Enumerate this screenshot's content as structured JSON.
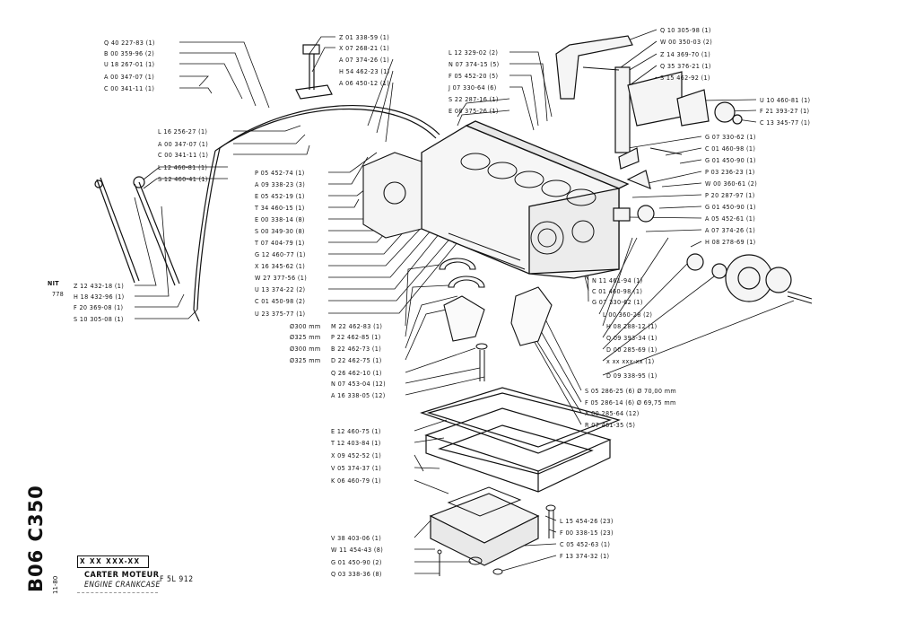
{
  "header": {
    "reference_box": "X XX  XXX-XX",
    "title_fr": "CARTER MOTEUR",
    "title_en": "ENGINE CRANKCASE",
    "model": "F 5L 912",
    "sheet_code": "B06 C350",
    "sheet_date": "11-80",
    "side_ref_top": "NIT",
    "side_ref_number": "778"
  },
  "labels_left": [
    "Q 40 227-83 (1)",
    "B 00 359-96 (2)",
    "U 18 267-01 (1)",
    "A 00 347-07 (1)",
    "C 00 341-11 (1)",
    "L 16 256-27 (1)",
    "A 00 347-07 (1)",
    "C 00 341-11 (1)",
    "L 12 460-81 (1)",
    "S 12 460-41 (1)",
    "Z 12 432-18 (1)",
    "H 18 432-96 (1)",
    "F 20 369-08 (1)",
    "S 10 305-08 (1)"
  ],
  "labels_top": [
    "Z 01 338-59 (1)",
    "X 07 268-21 (1)",
    "A 07 374-26 (1)",
    "H 54 462-23 (1)",
    "A 06 450-12 (1)"
  ],
  "labels_mid_top": [
    "L 12 329-02 (2)",
    "N 07 374-15 (5)",
    "F 05 452-20 (5)",
    "J 07 330-64 (6)",
    "S 22 287-16 (1)",
    "E 08 375-26 (1)"
  ],
  "labels_center_left": [
    "P 05 452-74 (1)",
    "A 09 338-23 (3)",
    "E 05 452-19 (1)",
    "T 34 460-15 (1)",
    "E 00 338-14 (8)",
    "S 00 349-30 (8)",
    "T 07 404-79 (1)",
    "G 12 460-77 (1)",
    "X 16 345-62 (1)",
    "W 27 377-56 (1)",
    "U 13 374-22 (2)",
    "C 01 450-98 (2)",
    "U 23 375-77 (1)"
  ],
  "bearings": [
    {
      "size": "Ø300 mm",
      "part": "M 22 462-83 (1)"
    },
    {
      "size": "Ø325 mm",
      "part": "P 22 462-85 (1)"
    },
    {
      "size": "Ø300 mm",
      "part": "B 22 462-73 (1)"
    },
    {
      "size": "Ø325 mm",
      "part": "D 22 462-75 (1)"
    }
  ],
  "labels_bottom_left": [
    "Q 26 462-10 (1)",
    "N 07 453-04 (12)",
    "A 16 338-05 (12)",
    "E 12 460-75 (1)",
    "T 12 403-84 (1)",
    "X 09 452-52 (1)",
    "V 05 374-37 (1)",
    "K 06 460-79 (1)",
    "V 38 403-06 (1)",
    "W 11 454-43 (8)",
    "G 01 450-90 (2)",
    "Q 03 338-36 (8)"
  ],
  "labels_bottom_right": [
    "L 15 454-26 (23)",
    "F 00 338-15 (23)",
    "C 05 452-63 (1)",
    "F 13 374-32 (1)"
  ],
  "labels_right_top": [
    "Q 10 305-98 (1)",
    "W 00 350-03 (2)",
    "Z 14 369-70 (1)",
    "Q 35 376-21 (1)",
    "S 15 462-92 (1)",
    "U 10 460-81 (1)",
    "F 21 393-27 (1)",
    "C 13 345-77 (1)"
  ],
  "labels_right_mid": [
    "G 07 330-62 (1)",
    "C 01 460-98 (1)",
    "G 01 450-90 (1)",
    "P 03 236-23 (1)",
    "W 00 360-61 (2)",
    "P 20 287-97 (1)",
    "G 01 450-90 (1)",
    "A 05 452-61 (1)",
    "A 07 374-26 (1)",
    "H 08 278-69 (1)"
  ],
  "labels_right_lower": [
    "N 11 461-94 (1)",
    "C 01 460-98 (1)",
    "G 07 330-62 (1)",
    "L 00 360-28 (2)",
    "H 08 288-12 (1)",
    "Q 09 393-34 (1)",
    "D 00 285-69 (1)",
    "x xx xxx-xx (1)",
    "D 09 338-95 (1)"
  ],
  "labels_liners": [
    "S 05 286-25 (6) Ø 70,00 mm",
    "F 05 286-14 (6) Ø 69,75 mm",
    "X 00 285-64 (12)",
    "R 07 461-35 (5)"
  ]
}
